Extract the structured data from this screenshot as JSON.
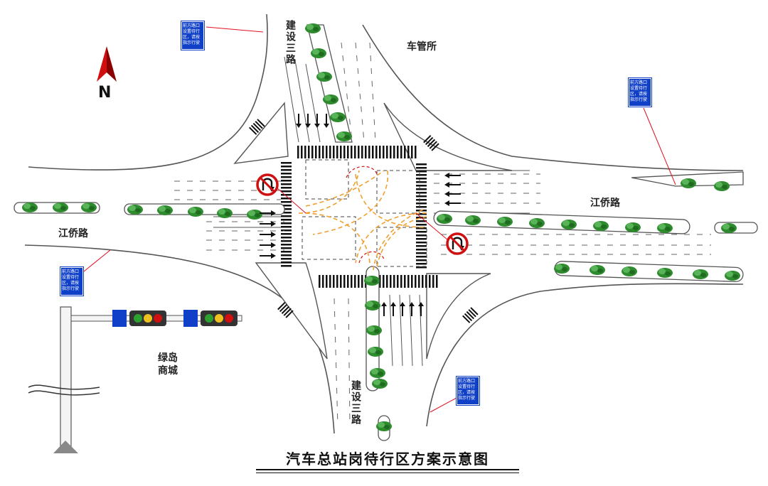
{
  "labels": {
    "road_north": "建设三路",
    "road_south": "建设三路",
    "road_west": "江侨路",
    "road_east": "江侨路",
    "building_ne": "车管所",
    "building_sw": "绿岛商城",
    "north_letter": "N"
  },
  "sign_text": "前方路口\n设置待行\n区，请按\n指示行驶",
  "title": "汽车总站岗待行区方案示意图",
  "colors": {
    "road_edge": "#555555",
    "tree": "#2e8b2e",
    "sign_blue": "#1040c8",
    "arrow_red": "#d01010",
    "waiting_path": "#f0a030",
    "leader_line": "#e01020"
  }
}
